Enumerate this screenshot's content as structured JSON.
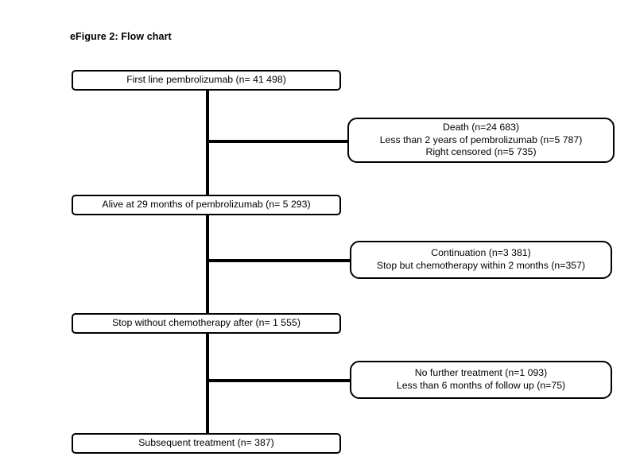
{
  "figure": {
    "title": "eFigure 2: Flow chart"
  },
  "chart_data": {
    "type": "diagram",
    "title": "eFigure 2: Flow chart",
    "diagram_kind": "flow-chart",
    "orientation": "vertical-with-right-exclusions",
    "nodes": [
      {
        "id": "first-line",
        "role": "main",
        "lines": [
          "First line pembrolizumab (n= 41 498)"
        ],
        "count": 41498
      },
      {
        "id": "exclusion-1",
        "role": "exclusion",
        "lines": [
          "Death (n=24 683)",
          "Less than 2 years of pembrolizumab (n=5 787)",
          "Right censored (n=5 735)"
        ],
        "counts": [
          24683,
          5787,
          5735
        ]
      },
      {
        "id": "alive-29-months",
        "role": "main",
        "lines": [
          "Alive at 29 months of pembrolizumab (n= 5 293)"
        ],
        "count": 5293
      },
      {
        "id": "exclusion-2",
        "role": "exclusion",
        "lines": [
          "Continuation (n=3 381)",
          "Stop but chemotherapy within 2 months (n=357)"
        ],
        "counts": [
          3381,
          357
        ]
      },
      {
        "id": "stop-without-chemo",
        "role": "main",
        "lines": [
          "Stop without chemotherapy after (n= 1 555)"
        ],
        "count": 1555
      },
      {
        "id": "exclusion-3",
        "role": "exclusion",
        "lines": [
          "No further treatment (n=1 093)",
          "Less than 6 months of follow up (n=75)"
        ],
        "counts": [
          1093,
          75
        ]
      },
      {
        "id": "subsequent-treatment",
        "role": "main",
        "lines": [
          "Subsequent treatment (n= 387)"
        ],
        "count": 387
      }
    ],
    "colors": {
      "background": "#ffffff",
      "stroke": "#000000",
      "text": "#000000"
    }
  },
  "nodes": {
    "first_line": {
      "l1": "First line pembrolizumab (n= 41 498)"
    },
    "exclusion_1": {
      "l1": "Death (n=24 683)",
      "l2": "Less than 2 years of pembrolizumab (n=5 787)",
      "l3": "Right censored (n=5 735)"
    },
    "alive_29_months": {
      "l1": "Alive at 29 months of pembrolizumab (n= 5 293)"
    },
    "exclusion_2": {
      "l1": "Continuation (n=3 381)",
      "l2": "Stop but chemotherapy within 2 months (n=357)"
    },
    "stop_without_chemo": {
      "l1": "Stop without chemotherapy after (n= 1 555)"
    },
    "exclusion_3": {
      "l1": "No further treatment (n=1 093)",
      "l2": "Less than 6 months of follow up (n=75)"
    },
    "subsequent_treatment": {
      "l1": "Subsequent treatment (n= 387)"
    }
  }
}
